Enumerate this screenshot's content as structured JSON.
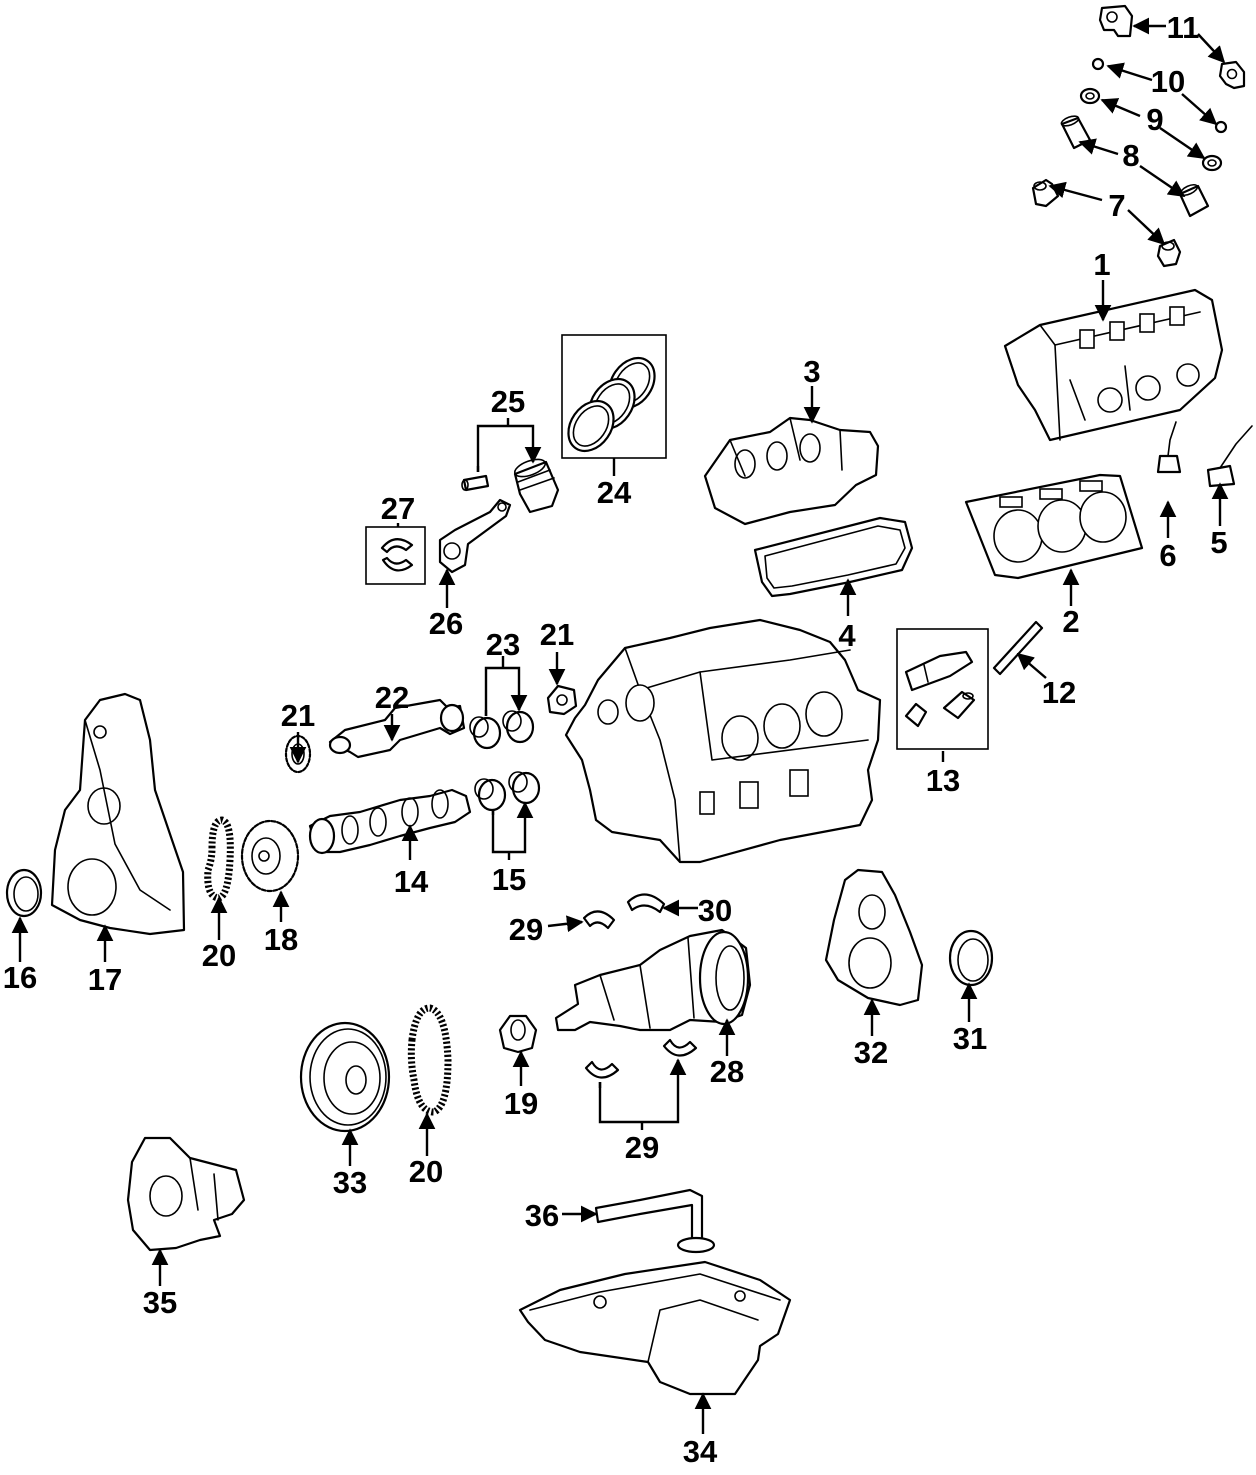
{
  "diagram": {
    "type": "exploded parts diagram",
    "callouts": [
      {
        "id": "c1",
        "label": "1"
      },
      {
        "id": "c2",
        "label": "2"
      },
      {
        "id": "c3",
        "label": "3"
      },
      {
        "id": "c4",
        "label": "4"
      },
      {
        "id": "c5",
        "label": "5"
      },
      {
        "id": "c6",
        "label": "6"
      },
      {
        "id": "c7",
        "label": "7"
      },
      {
        "id": "c8",
        "label": "8"
      },
      {
        "id": "c9",
        "label": "9"
      },
      {
        "id": "c10",
        "label": "10"
      },
      {
        "id": "c11",
        "label": "11"
      },
      {
        "id": "c12",
        "label": "12"
      },
      {
        "id": "c13",
        "label": "13"
      },
      {
        "id": "c14",
        "label": "14"
      },
      {
        "id": "c15",
        "label": "15"
      },
      {
        "id": "c16",
        "label": "16"
      },
      {
        "id": "c17",
        "label": "17"
      },
      {
        "id": "c18",
        "label": "18"
      },
      {
        "id": "c19",
        "label": "19"
      },
      {
        "id": "c20a",
        "label": "20"
      },
      {
        "id": "c20b",
        "label": "20"
      },
      {
        "id": "c21a",
        "label": "21"
      },
      {
        "id": "c21b",
        "label": "21"
      },
      {
        "id": "c22",
        "label": "22"
      },
      {
        "id": "c23",
        "label": "23"
      },
      {
        "id": "c24",
        "label": "24"
      },
      {
        "id": "c25",
        "label": "25"
      },
      {
        "id": "c26",
        "label": "26"
      },
      {
        "id": "c27",
        "label": "27"
      },
      {
        "id": "c28",
        "label": "28"
      },
      {
        "id": "c29a",
        "label": "29"
      },
      {
        "id": "c29b",
        "label": "29"
      },
      {
        "id": "c30",
        "label": "30"
      },
      {
        "id": "c31",
        "label": "31"
      },
      {
        "id": "c32",
        "label": "32"
      },
      {
        "id": "c33",
        "label": "33"
      },
      {
        "id": "c34",
        "label": "34"
      },
      {
        "id": "c35",
        "label": "35"
      },
      {
        "id": "c36",
        "label": "36"
      }
    ]
  }
}
